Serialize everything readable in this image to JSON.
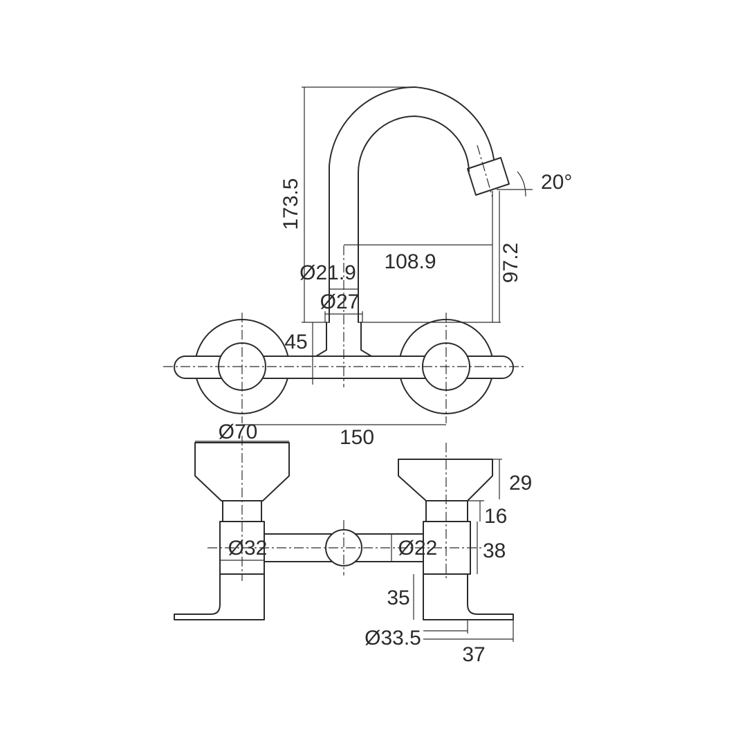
{
  "dimensions": {
    "total_height": "173.5",
    "spout_angle": "20°",
    "spout_reach": "108.9",
    "outlet_height": "97.2",
    "pipe_diameter": "Ø21.9",
    "base_diameter": "Ø27",
    "riser_height": "45",
    "flange_diameter": "Ø70",
    "center_spacing": "150",
    "handle_height": "29",
    "stem_height": "16",
    "body_height": "38",
    "body_diameter": "Ø32",
    "bar_diameter": "Ø22",
    "inlet_length": "35",
    "inlet_diameter": "Ø33.5",
    "inlet_offset": "37"
  }
}
